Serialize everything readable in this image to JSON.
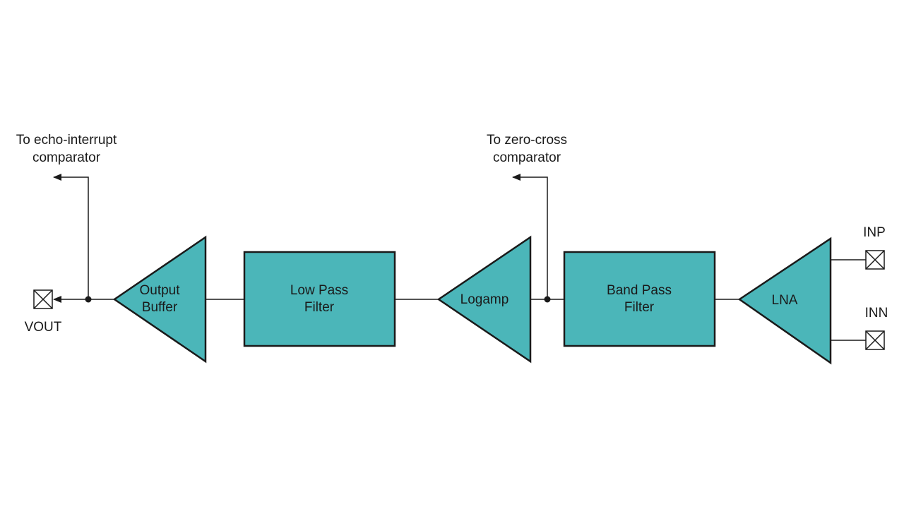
{
  "style": {
    "block_fill": "#4bb6b9",
    "line_color": "#1a1a1a",
    "background": "#ffffff"
  },
  "blocks": {
    "output_buffer": {
      "line1": "Output",
      "line2": "Buffer"
    },
    "low_pass_filter": {
      "line1": "Low Pass",
      "line2": "Filter"
    },
    "logamp": {
      "label": "Logamp"
    },
    "band_pass_filter": {
      "line1": "Band Pass",
      "line2": "Filter"
    },
    "lna": {
      "label": "LNA"
    }
  },
  "taps": {
    "echo": {
      "line1": "To echo-interrupt",
      "line2": "comparator"
    },
    "zero_cross": {
      "line1": "To zero-cross",
      "line2": "comparator"
    }
  },
  "pins": {
    "vout": "VOUT",
    "inp": "INP",
    "inn": "INN"
  }
}
